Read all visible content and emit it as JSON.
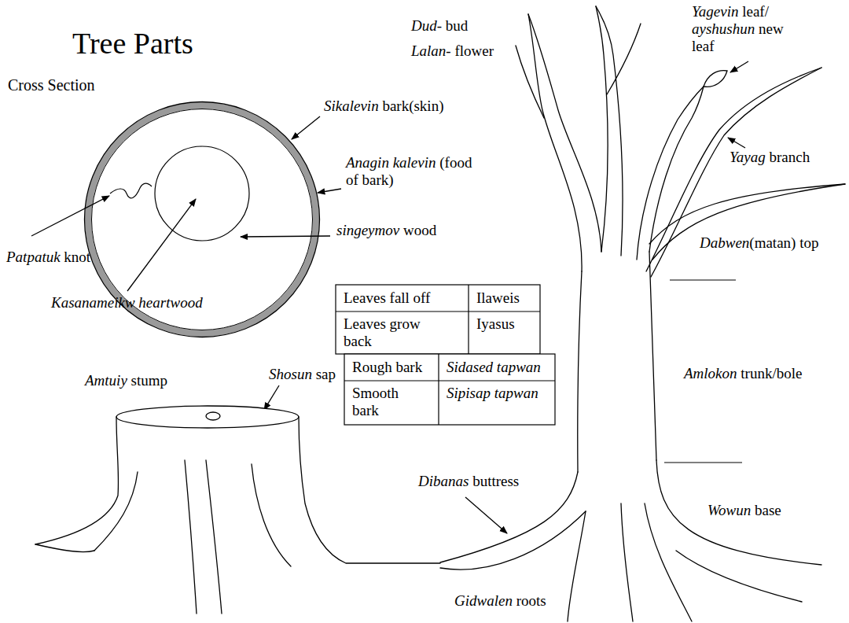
{
  "diagram": {
    "title": "Tree Parts",
    "labels": [
      "Cross Section",
      "Sikalevin",
      "bark(skin)",
      "Anagin kalevin",
      "(food of bark)",
      "Patpatuk",
      "knot",
      "singeymov",
      "wood",
      "Kasanameikw heartwood",
      "Dud",
      "- bud",
      "Lalan",
      "- flower",
      "Yagevin",
      "leaf/",
      "ayshushun",
      "new leaf",
      "Yayag",
      "branch",
      "Dabwen",
      "(matan) top",
      "Amlokon",
      "trunk/bole",
      "Wowun",
      "base",
      "Dibanas",
      "buttress",
      "Gidwalen",
      "roots",
      "Amtuiy",
      "stump",
      "Shosun",
      "sap",
      "Leaves fall off",
      "Ilaweis",
      "Leaves grow back",
      "Iyasus",
      "Rough bark",
      "Sidased tapwan",
      "Smooth bark",
      "Sipisap tapwan"
    ]
  }
}
